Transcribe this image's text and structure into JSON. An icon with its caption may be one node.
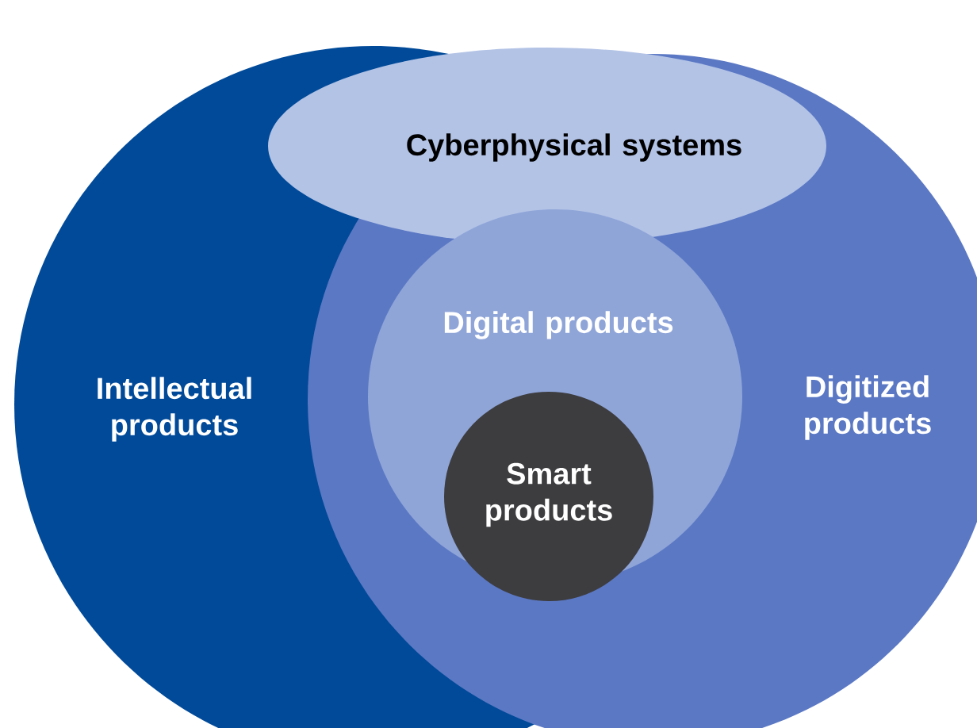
{
  "diagram": {
    "nodes": [
      {
        "text": [
          "Cyberphysical systems"
        ]
      },
      {
        "text": [
          "Intellectual products"
        ]
      },
      {
        "text": [
          "Digitized products"
        ]
      },
      {
        "text": [
          "Digital products"
        ]
      },
      {
        "text": [
          "Smart products"
        ]
      }
    ]
  }
}
